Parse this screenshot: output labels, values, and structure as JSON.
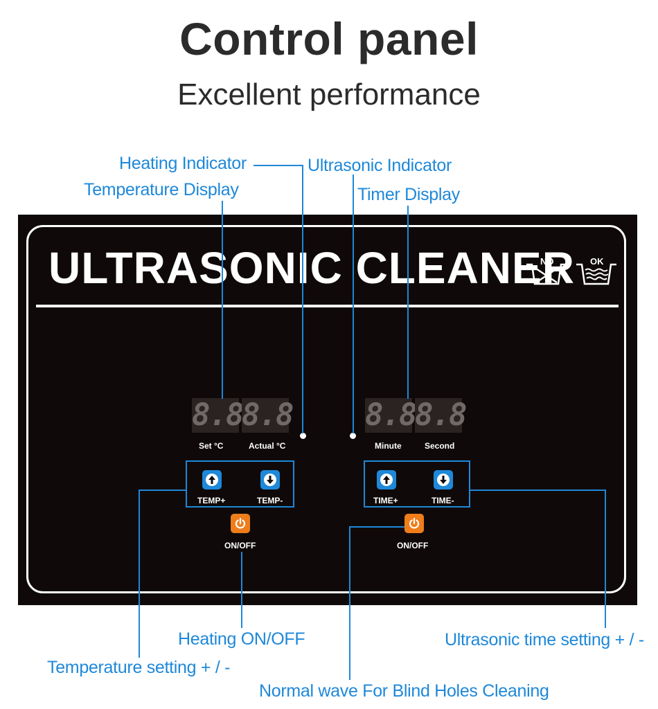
{
  "header": {
    "title": "Control panel",
    "subtitle": "Excellent performance"
  },
  "callouts": {
    "heating_indicator": "Heating Indicator",
    "ultrasonic_indicator": "Ultrasonic Indicator",
    "temperature_display": "Temperature Display",
    "timer_display": "Timer Display",
    "heating_onoff": "Heating ON/OFF",
    "temperature_setting": "Temperature setting + / -",
    "ultrasonic_time_setting": "Ultrasonic time setting + / -",
    "normal_wave": "Normal wave For Blind Holes Cleaning"
  },
  "panel": {
    "device_name": "ULTRASONIC CLEANER",
    "symbol_no": "NO",
    "symbol_ok": "OK",
    "displays": {
      "set_temp": "8.8",
      "actual_temp": "8.8",
      "minute": "8.8",
      "second": "8.8",
      "set_label": "Set  °C",
      "actual_label": "Actual °C",
      "minute_label": "Minute",
      "second_label": "Second"
    },
    "buttons": {
      "temp_plus": "TEMP+",
      "temp_minus": "TEMP-",
      "time_plus": "TIME+",
      "time_minus": "TIME-",
      "heat_onoff": "ON/OFF",
      "ultra_onoff": "ON/OFF"
    },
    "colors": {
      "panel_bg": "#0f0a09",
      "accent_blue": "#1e88d9",
      "power_orange": "#ef7d1a",
      "segment_off": "#6f6a69"
    }
  }
}
